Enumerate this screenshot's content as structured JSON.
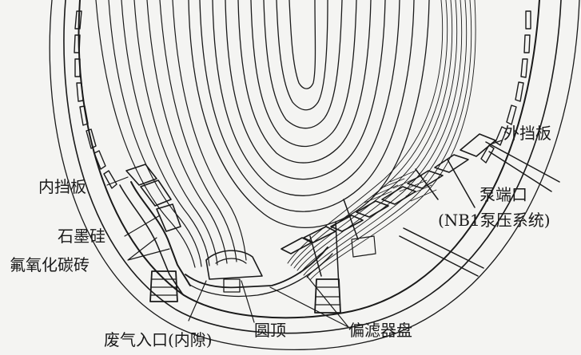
{
  "labels": {
    "outer_baffle": "外挡板",
    "inner_baffle": "内挡板",
    "pump_port": "泵端口",
    "pump_system": "(NB1泵压系统)",
    "graphite_silicon": "石墨硅",
    "boron_carbide_brick": "氟氧化碳砖",
    "exhaust_inlet": "废气入口(内隙)",
    "dome": "圆顶",
    "divertor_plate": "偏滤器盘"
  },
  "colors": {
    "ink": "#1a1a1a",
    "paper": "#f4f4f2"
  }
}
